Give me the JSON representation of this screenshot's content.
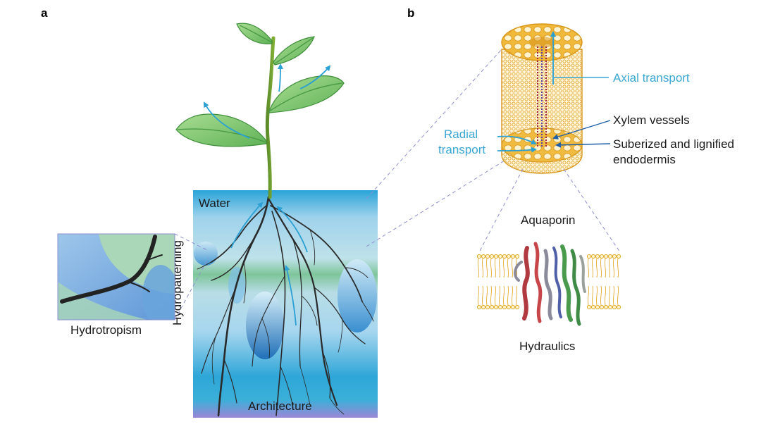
{
  "panels": {
    "a": "a",
    "b": "b"
  },
  "labels": {
    "water": "Water",
    "hydropatterning": "Hydropatterning",
    "hydrotropism": "Hydrotropism",
    "architecture": "Architecture",
    "axial_transport": "Axial transport",
    "xylem_vessels": "Xylem vessels",
    "radial_transport_line1": "Radial",
    "radial_transport_line2": "transport",
    "endodermis_line1": "Suberized and lignified",
    "endodermis_line2": "endodermis",
    "aquaporin": "Aquaporin",
    "hydraulics": "Hydraulics"
  },
  "colors": {
    "water_label_accent": "#3aa7d3",
    "callout_dark_blue": "#1f5fa8",
    "root_section": "#e8a82c",
    "leaf_green": "#8fd07a",
    "soil_top": "#2fa8d8",
    "soil_bottom": "#9a8ad8"
  }
}
